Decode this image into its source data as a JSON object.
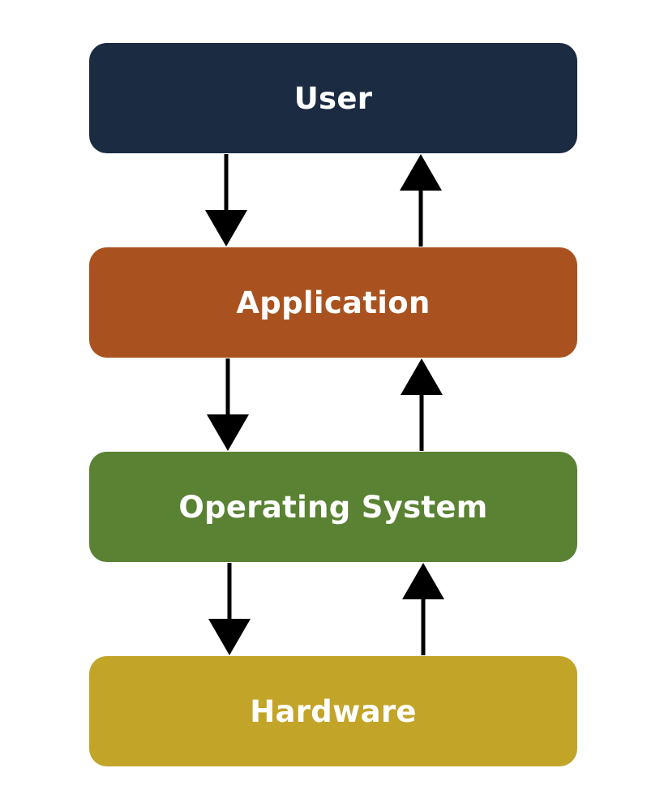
{
  "layers": [
    {
      "label": "User",
      "color": "#1a2b42"
    },
    {
      "label": "Application",
      "color": "#a9521f"
    },
    {
      "label": "Operating System",
      "color": "#5a8233"
    },
    {
      "label": "Hardware",
      "color": "#c2a528"
    }
  ],
  "arrow_color": "#000000"
}
